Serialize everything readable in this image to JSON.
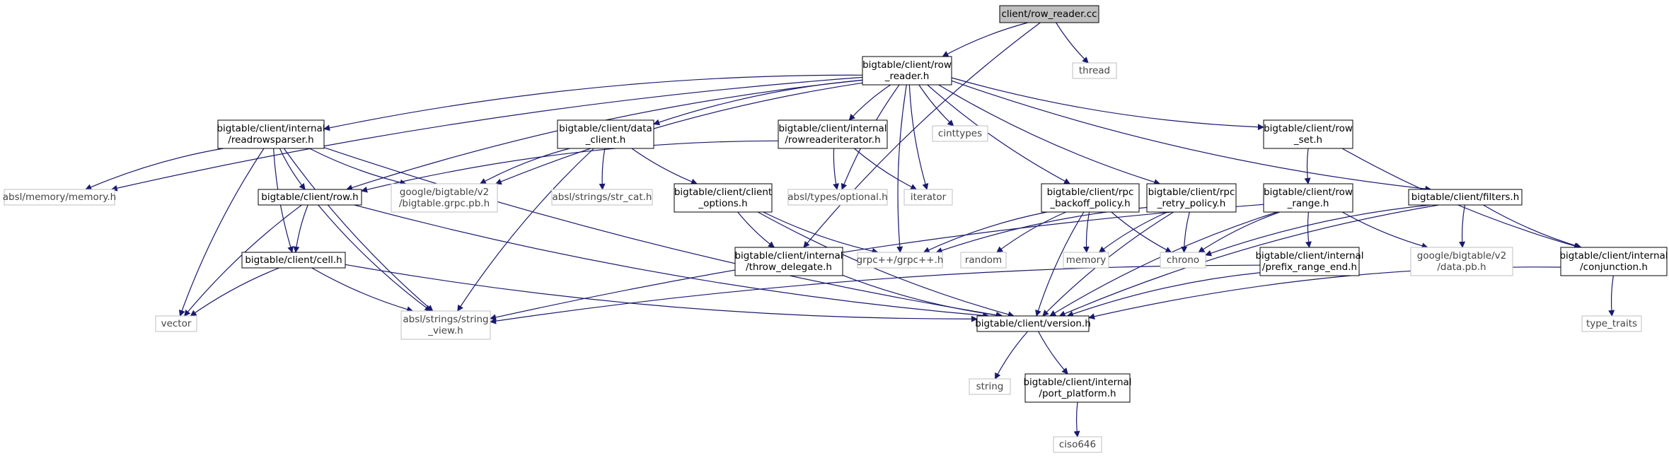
{
  "colors": {
    "edge": "#191970",
    "local_border": "#000000",
    "system_border": "#bfbfbf",
    "root_fill": "#bfbfbf"
  },
  "nodes": {
    "root": [
      "client/row_reader.cc"
    ],
    "row_reader_h": [
      "bigtable/client/row",
      "_reader.h"
    ],
    "thread": [
      "thread"
    ],
    "readrowsparser": [
      "bigtable/client/internal",
      "/readrowsparser.h"
    ],
    "data_client": [
      "bigtable/client/data",
      "_client.h"
    ],
    "rowreaderiterator": [
      "bigtable/client/internal",
      "/rowreaderiterator.h"
    ],
    "cinttypes": [
      "cinttypes"
    ],
    "row_set": [
      "bigtable/client/row",
      "_set.h"
    ],
    "absl_memory": [
      "absl/memory/memory.h"
    ],
    "row_h": [
      "bigtable/client/row.h"
    ],
    "bigtable_grpc": [
      "google/bigtable/v2",
      "/bigtable.grpc.pb.h"
    ],
    "str_cat": [
      "absl/strings/str_cat.h"
    ],
    "client_options": [
      "bigtable/client/client",
      "_options.h"
    ],
    "optional": [
      "absl/types/optional.h"
    ],
    "iterator": [
      "iterator"
    ],
    "rpc_backoff": [
      "bigtable/client/rpc",
      "_backoff_policy.h"
    ],
    "rpc_retry": [
      "bigtable/client/rpc",
      "_retry_policy.h"
    ],
    "row_range": [
      "bigtable/client/row",
      "_range.h"
    ],
    "filters": [
      "bigtable/client/filters.h"
    ],
    "cell_h": [
      "bigtable/client/cell.h"
    ],
    "throw_delegate": [
      "bigtable/client/internal",
      "/throw_delegate.h"
    ],
    "grpcpp": [
      "grpc++/grpc++.h"
    ],
    "random": [
      "random"
    ],
    "memory": [
      "memory"
    ],
    "chrono": [
      "chrono"
    ],
    "prefix_range_end": [
      "bigtable/client/internal",
      "/prefix_range_end.h"
    ],
    "data_pb": [
      "google/bigtable/v2",
      "/data.pb.h"
    ],
    "conjunction": [
      "bigtable/client/internal",
      "/conjunction.h"
    ],
    "vector": [
      "vector"
    ],
    "string_view": [
      "absl/strings/string",
      "_view.h"
    ],
    "version": [
      "bigtable/client/version.h"
    ],
    "type_traits": [
      "type_traits"
    ],
    "string": [
      "string"
    ],
    "port_platform": [
      "bigtable/client/internal",
      "/port_platform.h"
    ],
    "ciso646": [
      "ciso646"
    ]
  }
}
